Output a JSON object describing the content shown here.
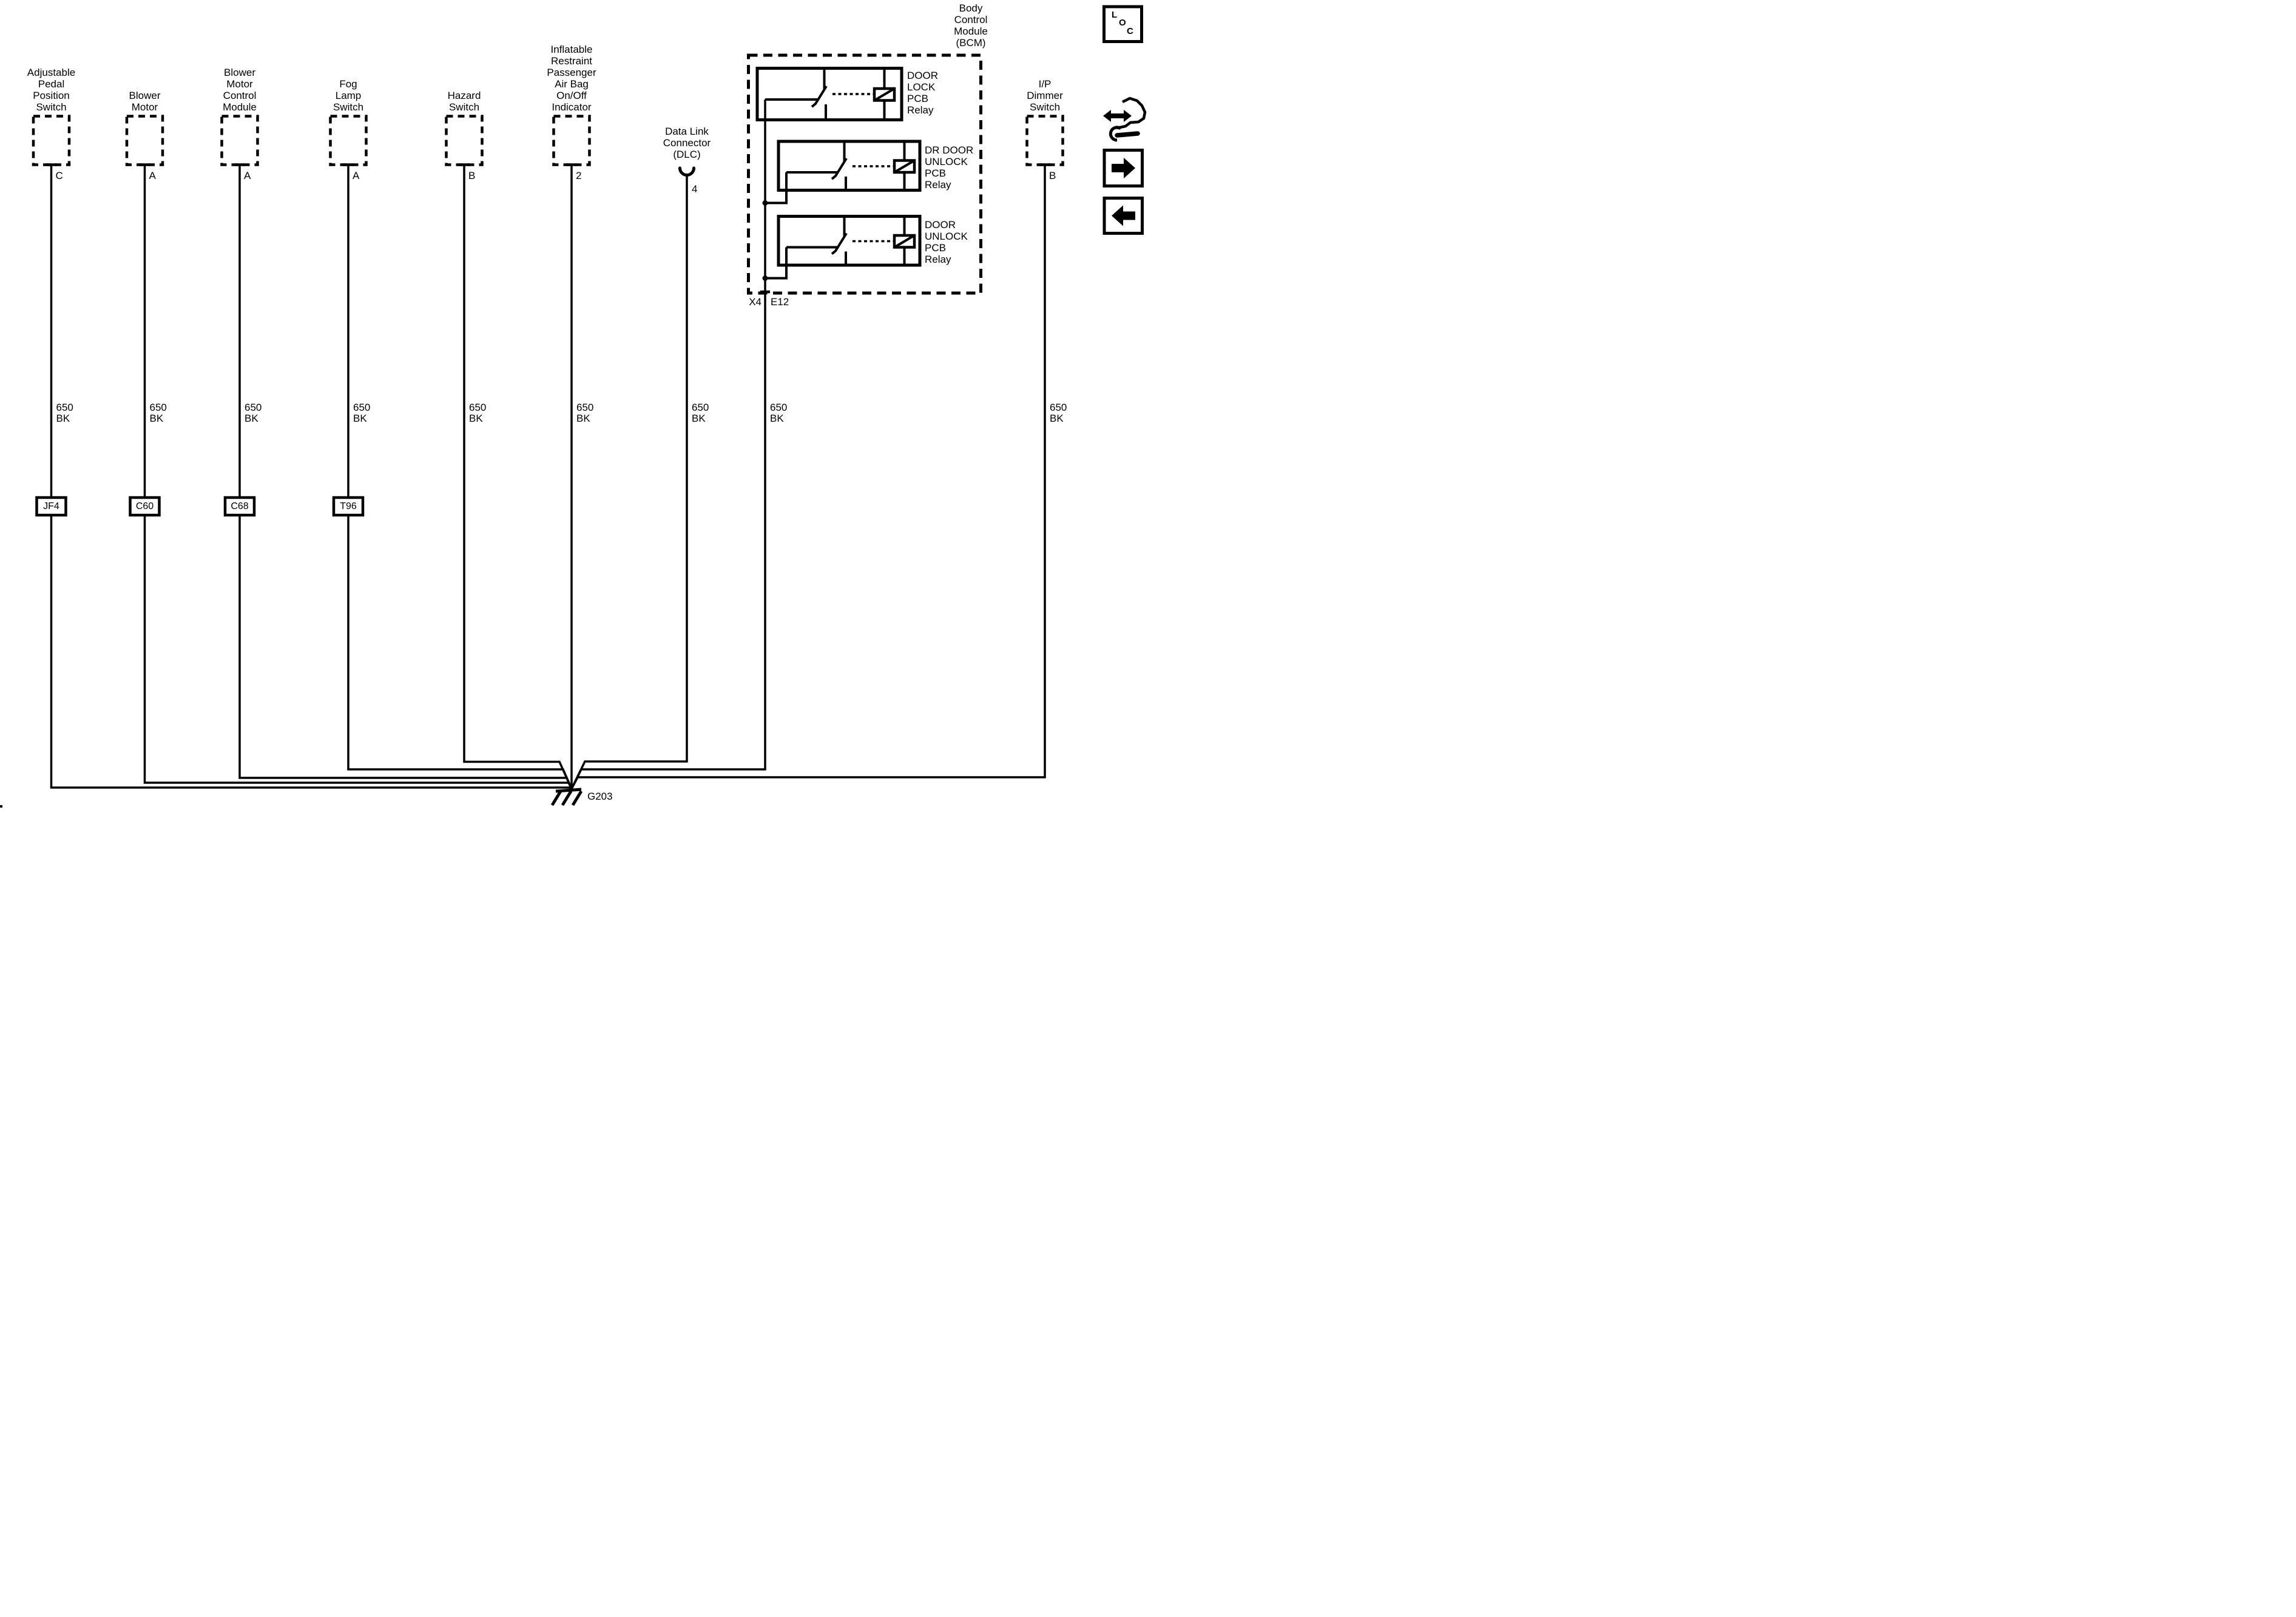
{
  "page": {
    "background": "#ffffff",
    "line_color": "#000000"
  },
  "switches": [
    {
      "label": "Adjustable\nPedal\nPosition\nSwitch",
      "pin": "C",
      "wire": "650\nBK",
      "connector": "JF4"
    },
    {
      "label": "Blower\nMotor",
      "pin": "A",
      "wire": "650\nBK",
      "connector": "C60"
    },
    {
      "label": "Blower\nMotor\nControl\nModule",
      "pin": "A",
      "wire": "650\nBK",
      "connector": "C68"
    },
    {
      "label": "Fog\nLamp\nSwitch",
      "pin": "A",
      "wire": "650\nBK",
      "connector": "T96"
    },
    {
      "label": "Hazard\nSwitch",
      "pin": "B",
      "wire": "650\nBK"
    },
    {
      "label": "Inflatable\nRestraint\nPassenger\nAir Bag\nOn/Off\nIndicator",
      "pin": "2",
      "wire": "650\nBK"
    },
    {
      "label": "I/P\nDimmer\nSwitch",
      "pin": "B",
      "wire": "650\nBK"
    }
  ],
  "dlc": {
    "label": "Data Link\nConnector\n(DLC)",
    "pin": "4",
    "wire": "650\nBK"
  },
  "bcm": {
    "label": "Body\nControl\nModule\n(BCM)",
    "wire": "650\nBK",
    "connector_x4": "X4",
    "connector_e12": "E12",
    "relays": [
      {
        "label": "DOOR\nLOCK\nPCB\nRelay"
      },
      {
        "label": "DR DOOR\nUNLOCK\nPCB\nRelay"
      },
      {
        "label": "DOOR\nUNLOCK\nPCB\nRelay"
      }
    ]
  },
  "ground": {
    "label": "G203"
  },
  "nav": {
    "loc_letters": [
      "L",
      "O",
      "C"
    ]
  }
}
